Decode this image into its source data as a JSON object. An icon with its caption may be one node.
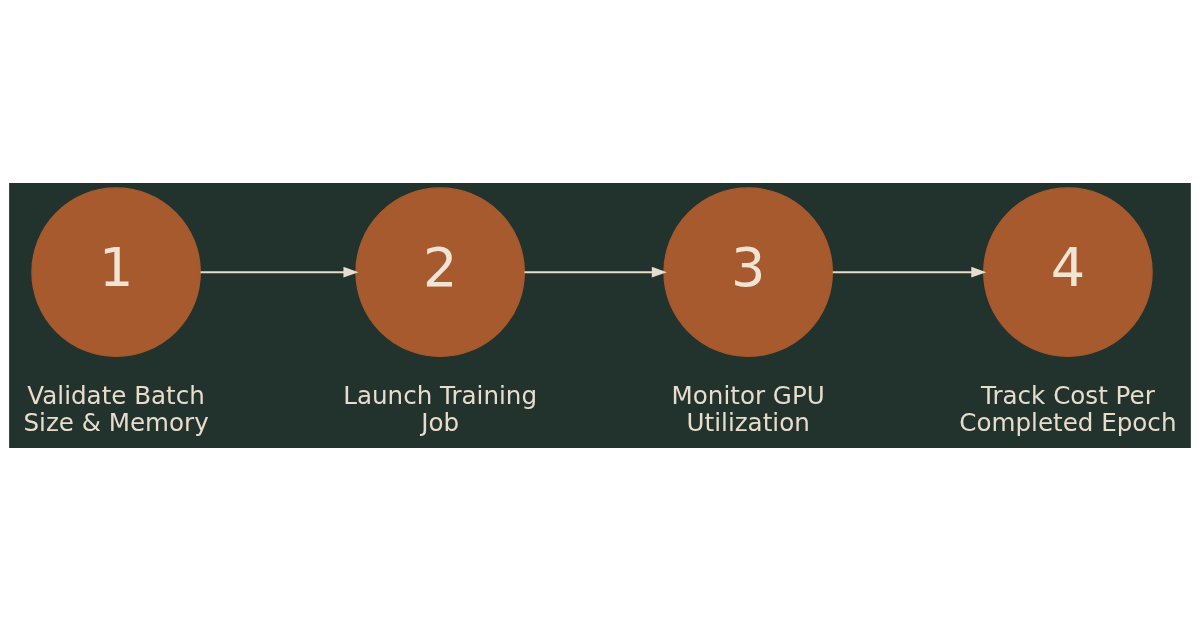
{
  "diagram": {
    "nodes": [
      {
        "text": [
          "1"
        ],
        "beside": [
          "Validate Batch Size & Memory"
        ]
      },
      {
        "text": [
          "2"
        ],
        "beside": [
          "Launch Training Job"
        ]
      },
      {
        "text": [
          "3"
        ],
        "beside": [
          "Monitor GPU Utilization"
        ]
      },
      {
        "text": [
          "4"
        ],
        "beside": [
          "Track Cost Per Completed Epoch"
        ]
      }
    ],
    "edges": [
      {
        "from": 0,
        "to": 1,
        "arrow": "to"
      },
      {
        "from": 1,
        "to": 2,
        "arrow": "to"
      },
      {
        "from": 2,
        "to": 3,
        "arrow": "to"
      }
    ]
  }
}
